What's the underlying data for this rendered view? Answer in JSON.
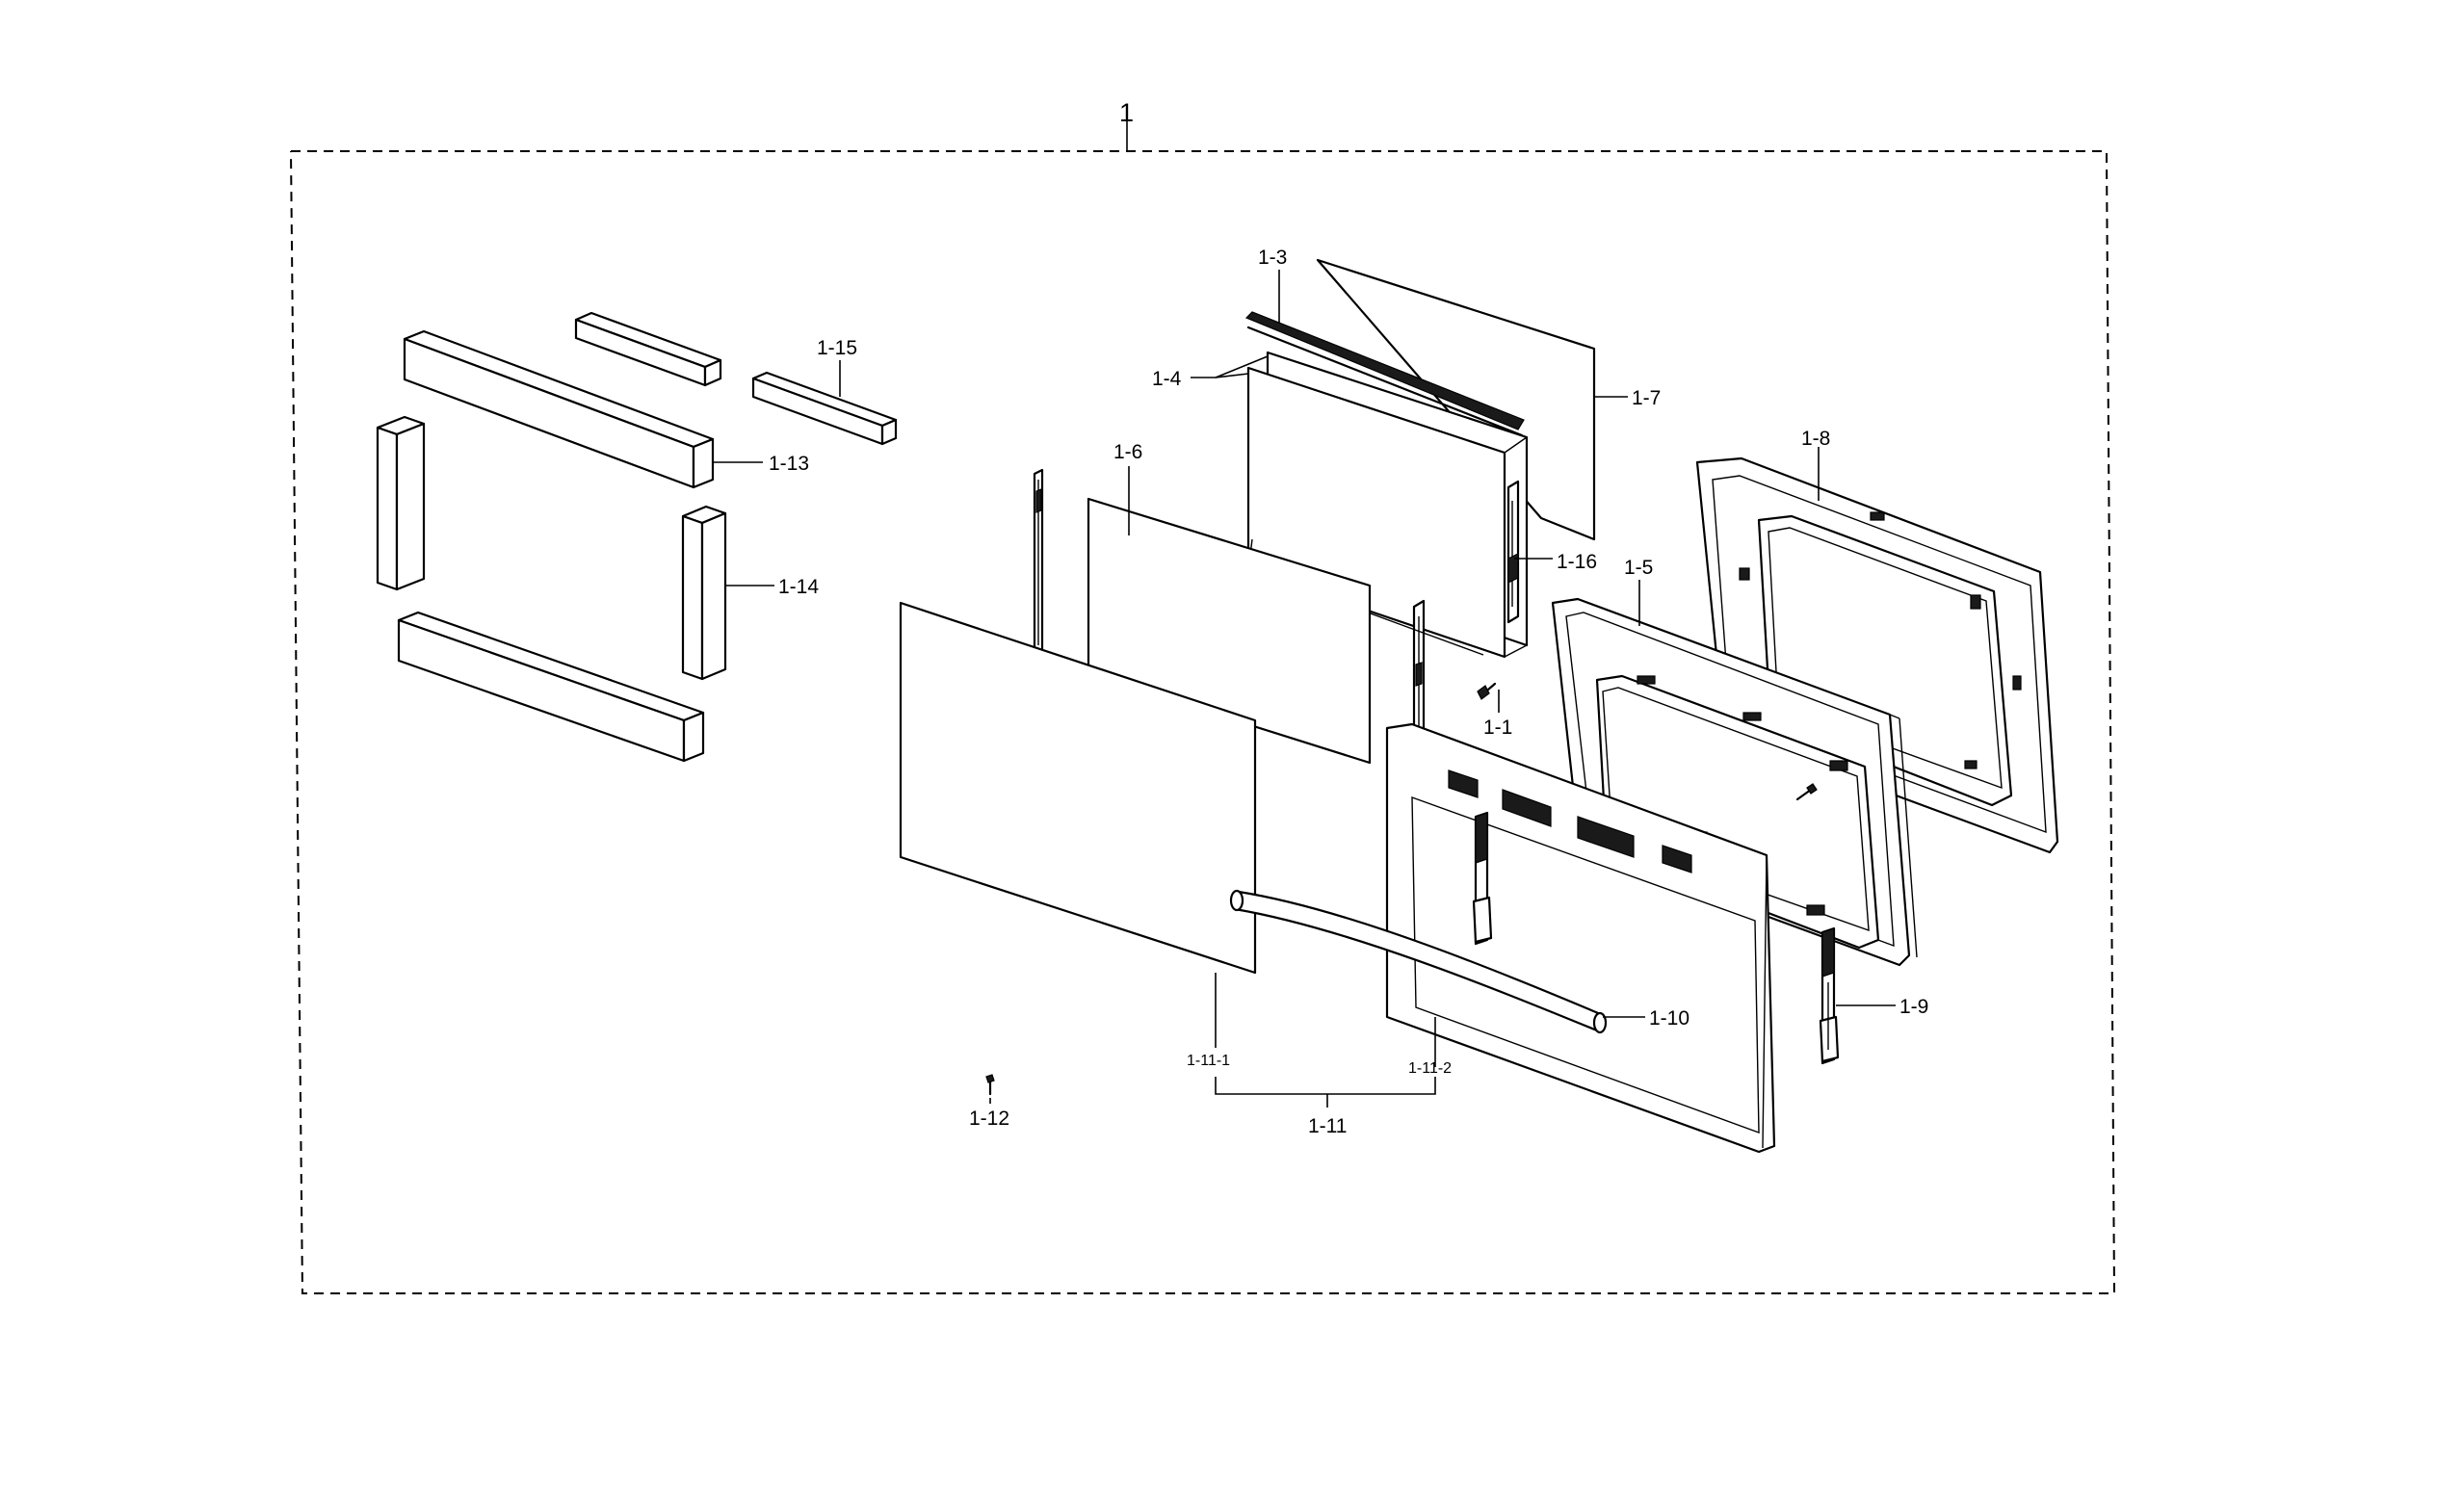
{
  "labels": {
    "assembly": "1",
    "screw_1_1": "1-1",
    "gasket_1_3": "1-3",
    "glass_1_4": "1-4",
    "inner_frame_1_5": "1-5",
    "glass_1_6": "1-6",
    "glass_1_7": "1-7",
    "back_panel_1_8": "1-8",
    "hinge_1_9": "1-9",
    "handle_1_10": "1-10",
    "door_outer_1_11": "1-11",
    "glass_1_11_1": "1-11-1",
    "frame_1_11_2": "1-11-2",
    "screw_1_12": "1-12",
    "insulation_1_13": "1-13",
    "insulation_1_14": "1-14",
    "insulation_1_15": "1-15",
    "bracket_1_16": "1-16"
  }
}
